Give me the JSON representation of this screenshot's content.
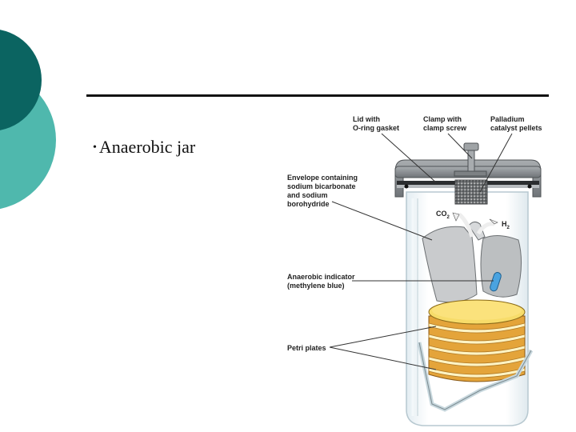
{
  "slide": {
    "bullet_text": "Anaerobic jar",
    "bullet_symbol": "•"
  },
  "diagram": {
    "labels": {
      "lid_line1": "Lid with",
      "lid_line2": "O-ring gasket",
      "clamp_line1": "Clamp with",
      "clamp_line2": "clamp screw",
      "palladium_line1": "Palladium",
      "palladium_line2": "catalyst pellets",
      "envelope_line1": "Envelope containing",
      "envelope_line2": "sodium bicarbonate",
      "envelope_line3": "and sodium",
      "envelope_line4": "borohydride",
      "co2_main": "CO",
      "co2_sub": "2",
      "h2_main": "H",
      "h2_sub": "2",
      "indicator_line1": "Anaerobic indicator",
      "indicator_line2": "(methylene blue)",
      "petri": "Petri plates"
    }
  },
  "colors": {
    "theme_teal_dark": "#0b6461",
    "theme_teal_light": "#4fb8ad",
    "lid_gray": "#8e9396",
    "plate_yellow": "#f7dc6a",
    "plate_rim": "#e7a93a",
    "indicator_blue": "#4aa3e0",
    "envelope_gray": "#c4c6c8"
  }
}
